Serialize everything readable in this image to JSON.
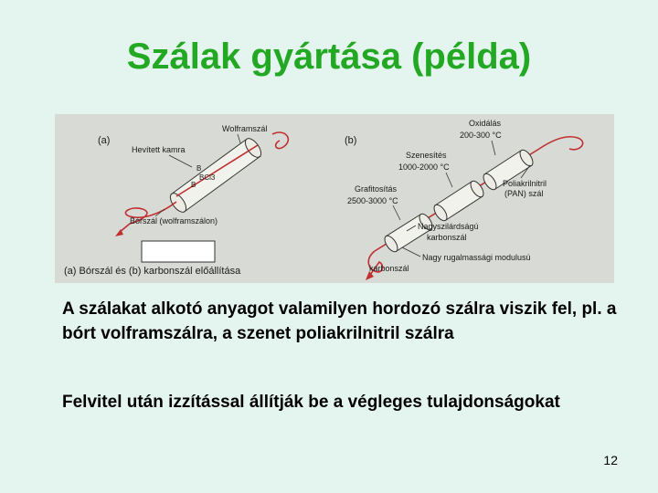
{
  "slide": {
    "title": "Szálak gyártása (példa)",
    "paragraphs": [
      "A szálakat alkotó anyagot valamilyen hordozó szálra viszik fel, pl. a bórt volframszálra, a szenet poliakrilnitril szálra",
      "Felvitel után izzítással állítják be a végleges tulajdonságokat"
    ],
    "page_number": "12"
  },
  "figure": {
    "panel_a": {
      "tag": "(a)",
      "tungsten_wire": "Wolframszál",
      "heated_chamber": "Hevített kamra",
      "label_b": "B",
      "label_bcl3": "BCl3",
      "label_b2": "B",
      "boron_fiber": "Bórszál (wolframszálon)"
    },
    "panel_b": {
      "tag": "(b)",
      "oxidation": "Oxidálás",
      "oxidation_temp": "200-300 °C",
      "carbonization": "Szenesítés",
      "carbonization_temp": "1000-2000 °C",
      "graphitization": "Grafitosítás",
      "graphitization_temp": "2500-3000 °C",
      "pan_fiber_1": "Poliakrilnitril",
      "pan_fiber_2": "(PAN) szál",
      "high_strength_1": "Nagyszilárdságú",
      "high_strength_2": "karbonszál",
      "high_modulus_1": "Nagy rugalmassági modulusú",
      "high_modulus_2": "karbonszál"
    },
    "caption": "(a) Bórszál és (b) karbonszál előállítása"
  },
  "colors": {
    "title": "#22a823",
    "background": "#e4f5ef",
    "fiber_red": "#d42a2a"
  }
}
